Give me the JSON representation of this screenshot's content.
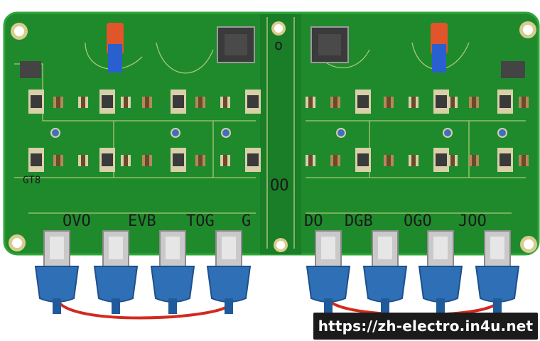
{
  "image": {
    "subject": "circuit-board",
    "colors": {
      "board": "#1f8a2c",
      "board_dark": "#166b21",
      "board_edge": "#2ea63a",
      "trace": "#c9d98a",
      "pad": "#d8d0a8",
      "chip": "#3a3a3a",
      "connector_metal": "#c9c9c9",
      "cable_sleeve": "#2f6fb5",
      "wire": "#d22a1e",
      "led_red": "#e0552a",
      "led_blue": "#2a5fd0"
    }
  },
  "board_labels": {
    "left": [
      "OVO",
      "EVB",
      "TOG",
      "G"
    ],
    "right": [
      "DO",
      "DGB",
      "OGO",
      "JOO"
    ],
    "center_top": "o",
    "center_mid": "OO",
    "left_small": "GT8"
  },
  "watermark": {
    "text": "https://zh-electro.in4u.net"
  }
}
